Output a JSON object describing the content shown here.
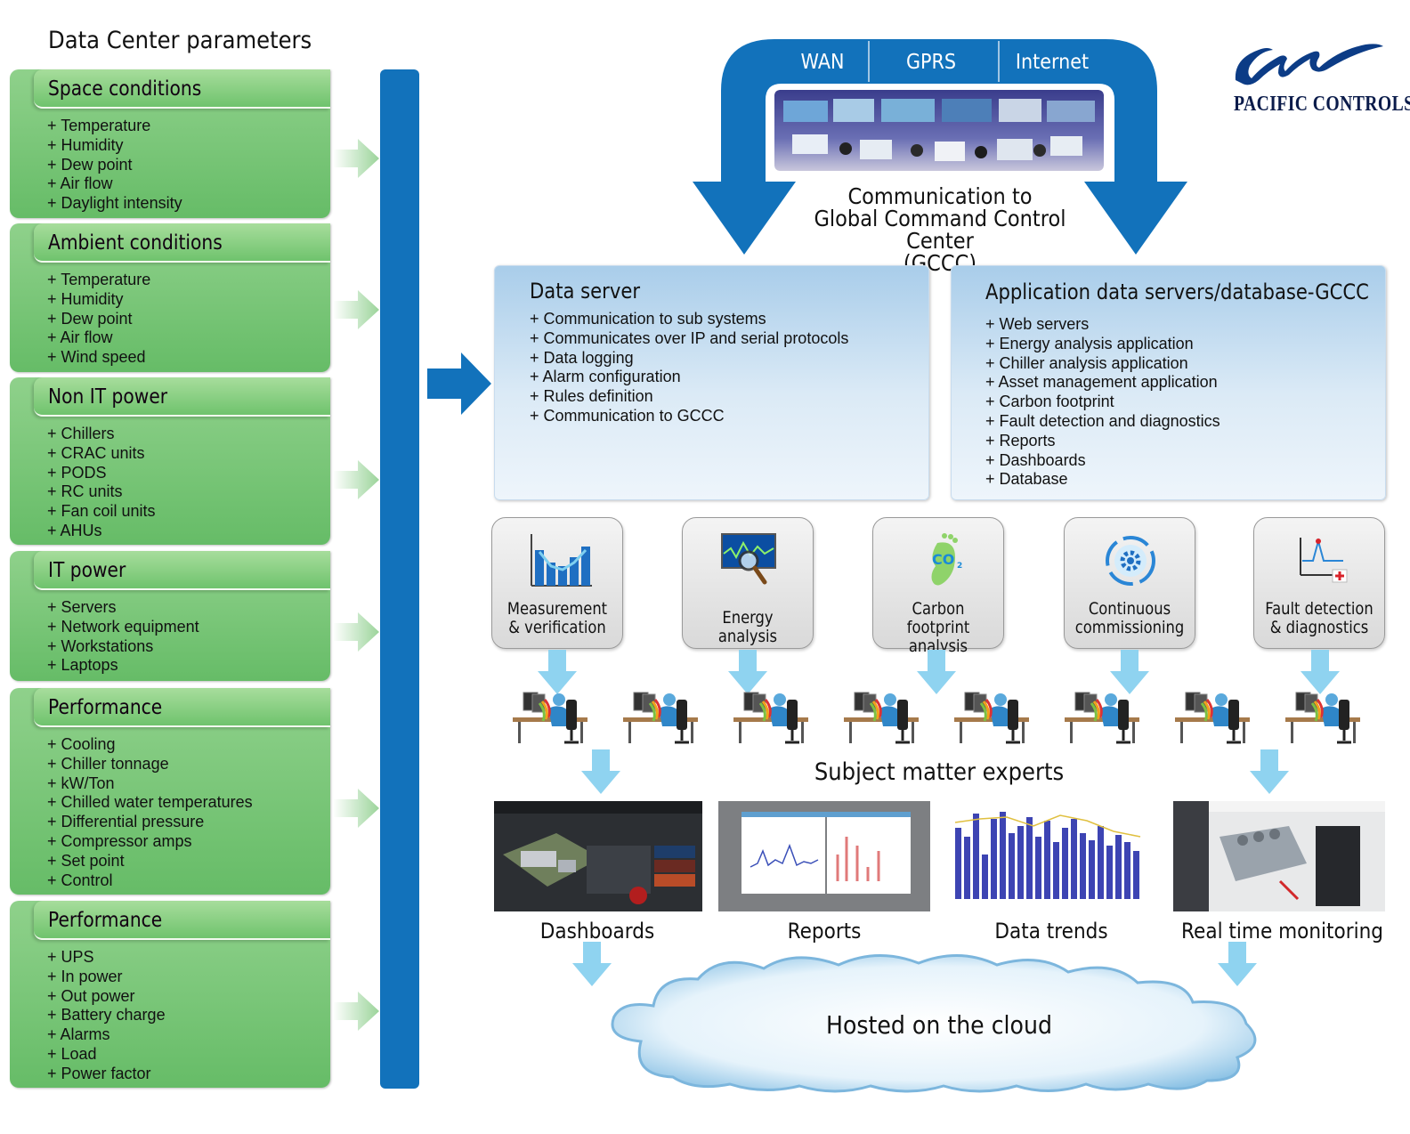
{
  "title": "Data Center parameters",
  "parameter_groups": [
    {
      "title": "Space conditions",
      "items": [
        "+ Temperature",
        "+ Humidity",
        "+ Dew point",
        "+ Air flow",
        "+ Daylight intensity"
      ]
    },
    {
      "title": "Ambient conditions",
      "items": [
        "+ Temperature",
        "+ Humidity",
        "+ Dew point",
        "+ Air flow",
        "+ Wind speed"
      ]
    },
    {
      "title": "Non IT power",
      "items": [
        "+ Chillers",
        "+ CRAC units",
        "+ PODS",
        "+ RC units",
        "+ Fan coil units",
        "+ AHUs"
      ]
    },
    {
      "title": "IT power",
      "items": [
        "+ Servers",
        "+ Network equipment",
        "+ Workstations",
        "+ Laptops"
      ]
    },
    {
      "title": "Performance",
      "items": [
        "+ Cooling",
        "+ Chiller tonnage",
        "+ kW/Ton",
        "+ Chilled water temperatures",
        "+ Differential pressure",
        "+ Compressor amps",
        "+ Set point",
        "+ Control"
      ]
    },
    {
      "title": "Performance",
      "items": [
        "+ UPS",
        "+ In power",
        "+ Out power",
        "+ Battery charge",
        "+ Alarms",
        "+ Load",
        "+ Power factor"
      ]
    }
  ],
  "networks": [
    "WAN",
    "GPRS",
    "Internet"
  ],
  "communication": [
    "Communication to",
    "Global Command Control Center",
    "(GCCC)"
  ],
  "data_server": {
    "title": "Data server",
    "items": [
      "+ Communication to sub systems",
      "+ Communicates over IP and serial protocols",
      "+ Data logging",
      "+ Alarm configuration",
      "+ Rules definition",
      "+ Communication to GCCC"
    ]
  },
  "app_server": {
    "title": "Application data servers/database-GCCC",
    "items": [
      "+ Web servers",
      "+ Energy analysis application",
      "+ Chiller analysis application",
      "+ Asset management application",
      "+ Carbon footprint",
      "+ Fault detection and diagnostics",
      "+ Reports",
      "+ Dashboards",
      "+ Database"
    ]
  },
  "analysis": [
    {
      "line1": "Measurement",
      "line2": "& verification",
      "icon": "bar-chart-icon"
    },
    {
      "line1": "Energy analysis",
      "line2": "",
      "icon": "energy-monitor-icon"
    },
    {
      "line1": "Carbon footprint",
      "line2": "analysis",
      "icon": "co2-footprint-icon"
    },
    {
      "line1": "Continuous",
      "line2": "commissioning",
      "icon": "gear-cycle-icon"
    },
    {
      "line1": "Fault detection",
      "line2": "& diagnostics",
      "icon": "fault-graph-icon"
    }
  ],
  "experts_label": "Subject matter experts",
  "outputs": [
    "Dashboards",
    "Reports",
    "Data trends",
    "Real time monitoring"
  ],
  "cloud_label": "Hosted on the cloud",
  "logo": "PACIFIC CONTROLS",
  "colors": {
    "blue": "#1272bb",
    "green": "#6cc06b",
    "light_blue": "#8fd3f0",
    "server_blue": "#bcd8ee"
  }
}
